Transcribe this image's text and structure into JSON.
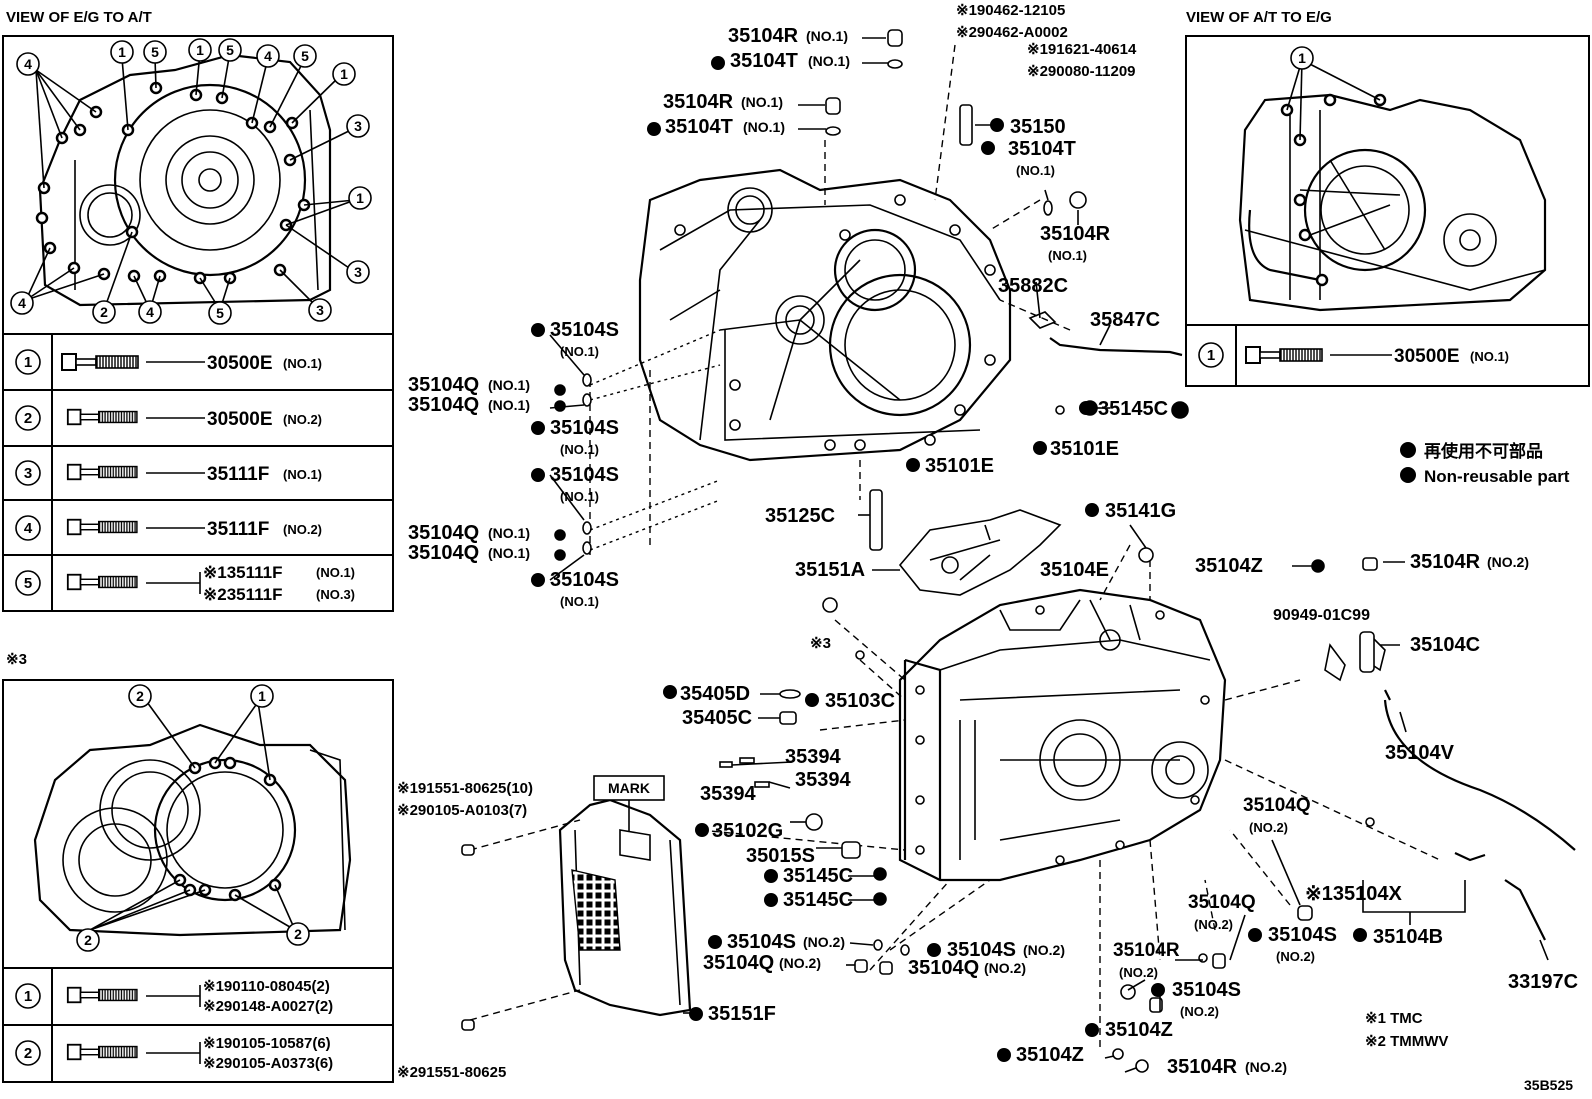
{
  "panels": {
    "eg_to_at": {
      "title": "VIEW OF E/G TO A/T"
    },
    "at_to_eg": {
      "title": "VIEW OF A/T TO E/G"
    },
    "note3": {
      "title": "※3"
    }
  },
  "table1": [
    {
      "num": "1",
      "parts": [
        "30500E"
      ],
      "notes": [
        "(NO.1)"
      ]
    },
    {
      "num": "2",
      "parts": [
        "30500E"
      ],
      "notes": [
        "(NO.2)"
      ]
    },
    {
      "num": "3",
      "parts": [
        "35111F"
      ],
      "notes": [
        "(NO.1)"
      ]
    },
    {
      "num": "4",
      "parts": [
        "35111F"
      ],
      "notes": [
        "(NO.2)"
      ]
    },
    {
      "num": "5",
      "parts": [
        "※135111F",
        "※235111F"
      ],
      "notes": [
        "(NO.1)",
        "(NO.3)"
      ]
    }
  ],
  "table2": [
    {
      "num": "1",
      "parts": [
        "30500E"
      ],
      "notes": [
        "(NO.1)"
      ]
    }
  ],
  "table3": [
    {
      "num": "1",
      "parts": [
        "※190110-08045(2)",
        "※290148-A0027(2)"
      ]
    },
    {
      "num": "2",
      "parts": [
        "※190105-10587(6)",
        "※290105-A0373(6)"
      ]
    }
  ],
  "legend": {
    "jp": "再使用不可部品",
    "en": "Non-reusable part"
  },
  "footnotes": {
    "tmc": "※1  TMC",
    "tmmwv": "※2  TMMWV",
    "code": "35B525"
  },
  "mark": "MARK",
  "callouts": {
    "c1": "1",
    "c2": "2",
    "c3": "3",
    "c4": "4",
    "c5": "5"
  },
  "labels": [
    {
      "id": "r1",
      "t": "35104R",
      "n": "(NO.1)"
    },
    {
      "id": "t1",
      "t": "35104T",
      "n": "(NO.1)"
    },
    {
      "id": "r2",
      "t": "35104R",
      "n": "(NO.1)"
    },
    {
      "id": "t2",
      "t": "35104T",
      "n": "(NO.1)"
    },
    {
      "id": "k1",
      "t": "※190462-12105",
      "n": ""
    },
    {
      "id": "k2",
      "t": "※290462-A0002",
      "n": ""
    },
    {
      "id": "k3",
      "t": "※191621-40614",
      "n": ""
    },
    {
      "id": "k4",
      "t": "※290080-11209",
      "n": ""
    },
    {
      "id": "p35150",
      "t": "35150",
      "n": ""
    },
    {
      "id": "t3",
      "t": "35104T",
      "n": "(NO.1)"
    },
    {
      "id": "r3",
      "t": "35104R",
      "n": "(NO.1)"
    },
    {
      "id": "p35882",
      "t": "35882C",
      "n": ""
    },
    {
      "id": "p35847",
      "t": "35847C",
      "n": ""
    },
    {
      "id": "p35145c1",
      "t": "35145C",
      "n": ""
    },
    {
      "id": "p35101e1",
      "t": "35101E",
      "n": ""
    },
    {
      "id": "p35101e2",
      "t": "35101E",
      "n": ""
    },
    {
      "id": "s1",
      "t": "35104S",
      "n": "(NO.1)"
    },
    {
      "id": "q1",
      "t": "35104Q",
      "n": "(NO.1)"
    },
    {
      "id": "q2",
      "t": "35104Q",
      "n": "(NO.1)"
    },
    {
      "id": "s2",
      "t": "35104S",
      "n": "(NO.1)"
    },
    {
      "id": "s3",
      "t": "35104S",
      "n": "(NO.1)"
    },
    {
      "id": "q3",
      "t": "35104Q",
      "n": "(NO.1)"
    },
    {
      "id": "q4",
      "t": "35104Q",
      "n": "(NO.1)"
    },
    {
      "id": "s4",
      "t": "35104S",
      "n": "(NO.1)"
    },
    {
      "id": "p35125",
      "t": "35125C",
      "n": ""
    },
    {
      "id": "p35141",
      "t": "35141G",
      "n": ""
    },
    {
      "id": "p35151a",
      "t": "35151A",
      "n": ""
    },
    {
      "id": "p35104e",
      "t": "35104E",
      "n": ""
    },
    {
      "id": "z1",
      "t": "35104Z",
      "n": ""
    },
    {
      "id": "r4",
      "t": "35104R",
      "n": "(NO.2)"
    },
    {
      "id": "p90949",
      "t": "90949-01C99",
      "n": ""
    },
    {
      "id": "p35104c",
      "t": "35104C",
      "n": ""
    },
    {
      "id": "p35104v",
      "t": "35104V",
      "n": ""
    },
    {
      "id": "x3",
      "t": "※3",
      "n": ""
    },
    {
      "id": "p35405d",
      "t": "35405D",
      "n": ""
    },
    {
      "id": "p35103c",
      "t": "35103C",
      "n": ""
    },
    {
      "id": "p35405c",
      "t": "35405C",
      "n": ""
    },
    {
      "id": "p35394a",
      "t": "35394",
      "n": ""
    },
    {
      "id": "p35394b",
      "t": "35394",
      "n": ""
    },
    {
      "id": "p35394c",
      "t": "35394",
      "n": ""
    },
    {
      "id": "k5",
      "t": "※191551-80625(10)",
      "n": ""
    },
    {
      "id": "k6",
      "t": "※290105-A0103(7)",
      "n": ""
    },
    {
      "id": "p35102g",
      "t": "35102G",
      "n": ""
    },
    {
      "id": "p35015s",
      "t": "35015S",
      "n": ""
    },
    {
      "id": "p35145c2",
      "t": "35145C",
      "n": ""
    },
    {
      "id": "p35145c3",
      "t": "35145C",
      "n": ""
    },
    {
      "id": "s5",
      "t": "35104S",
      "n": "(NO.2)"
    },
    {
      "id": "s6",
      "t": "35104S",
      "n": "(NO.2)"
    },
    {
      "id": "q5",
      "t": "35104Q",
      "n": "(NO.2)"
    },
    {
      "id": "q6",
      "t": "35104Q",
      "n": "(NO.2)"
    },
    {
      "id": "q7",
      "t": "35104Q",
      "n": "(NO.2)"
    },
    {
      "id": "x4",
      "t": "※135104X",
      "n": ""
    },
    {
      "id": "q8",
      "t": "35104Q",
      "n": "(NO.2)"
    },
    {
      "id": "s7",
      "t": "35104S",
      "n": "(NO.2)"
    },
    {
      "id": "p35104b",
      "t": "35104B",
      "n": ""
    },
    {
      "id": "r5",
      "t": "35104R",
      "n": "(NO.2)"
    },
    {
      "id": "s8",
      "t": "35104S",
      "n": "(NO.2)"
    },
    {
      "id": "p33197",
      "t": "33197C",
      "n": ""
    },
    {
      "id": "p35151f",
      "t": "35151F",
      "n": ""
    },
    {
      "id": "z2",
      "t": "35104Z",
      "n": ""
    },
    {
      "id": "z3",
      "t": "35104Z",
      "n": ""
    },
    {
      "id": "r6",
      "t": "35104R",
      "n": "(NO.2)"
    },
    {
      "id": "k7",
      "t": "※291551-80625",
      "n": ""
    }
  ]
}
